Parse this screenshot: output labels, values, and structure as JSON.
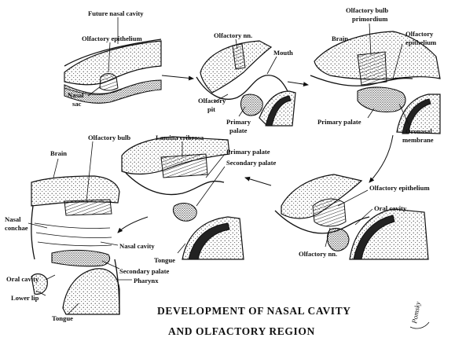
{
  "title": {
    "line1": "DEVELOPMENT OF NASAL CAVITY",
    "line2": "AND OLFACTORY REGION"
  },
  "signature": "Pomsky",
  "panel1": {
    "future_nasal_cavity": "Future nasal cavity",
    "olfactory_epithelium": "Olfactory epithelium",
    "nasal_sac_line1": "Nasal",
    "nasal_sac_line2": "sac"
  },
  "panel2": {
    "olfactory_nn": "Olfactory nn.",
    "mouth": "Mouth",
    "primary_palate_line1": "Primary",
    "primary_palate_line2": "palate",
    "olfactory_pit_line1": "Olfactory",
    "olfactory_pit_line2": "pit"
  },
  "panel3": {
    "olfactory_bulb_primordium_line1": "Olfactory bulb",
    "olfactory_bulb_primordium_line2": "primordium",
    "brain": "Brain",
    "olfactory_epithelium_line1": "Olfactory",
    "olfactory_epithelium_line2": "epithelium",
    "primary_palate": "Primary palate",
    "oronasal_membrane_line1": "Oronasal",
    "oronasal_membrane_line2": "membrane"
  },
  "panel4": {
    "olfactory_epithelium": "Olfactory epithelium",
    "oral_cavity": "Oral cavity",
    "olfactory_nn": "Olfactory nn."
  },
  "panel5": {
    "lamina_cribrosa": "Lamina cribrosa",
    "primary_palate": "Primary palate",
    "secondary_palate": "Secondary palate",
    "tongue": "Tongue"
  },
  "panel6": {
    "brain": "Brain",
    "olfactory_bulb": "Olfactory bulb",
    "nasal_conchae_line1": "Nasal",
    "nasal_conchae_line2": "conchae",
    "nasal_cavity": "Nasal cavity",
    "secondary_palate": "Secondary palate",
    "pharynx": "Pharynx",
    "oral_cavity": "Oral cavity",
    "lower_lip": "Lower lip",
    "tongue": "Tongue"
  }
}
